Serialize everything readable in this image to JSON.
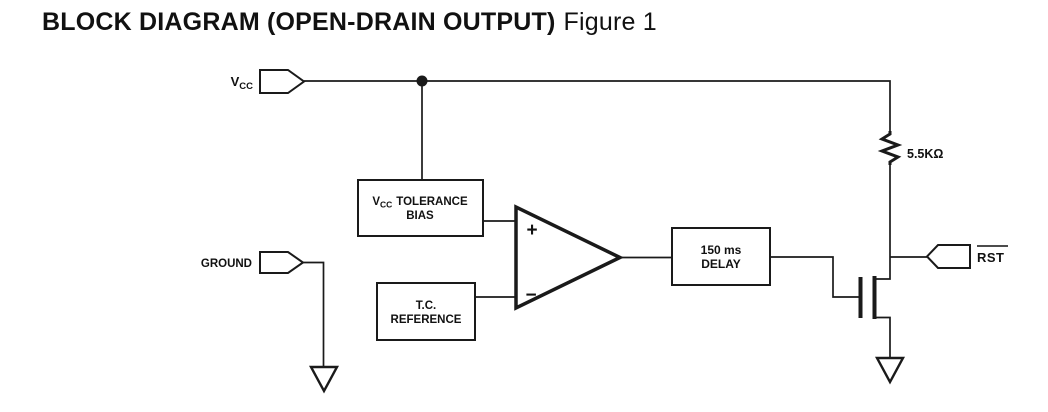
{
  "title": {
    "bold": "BLOCK DIAGRAM (OPEN-DRAIN OUTPUT)",
    "normal": "Figure 1"
  },
  "pins": {
    "vcc": {
      "label_main": "V",
      "label_sub": "CC"
    },
    "ground": {
      "label": "GROUND"
    },
    "rst": {
      "label": "RST"
    }
  },
  "blocks": {
    "bias": {
      "line1_main": "V",
      "line1_sub": "CC",
      "line1_rest": "TOLERANCE",
      "line2": "BIAS"
    },
    "tc_reference": {
      "line1": "T.C.",
      "line2": "REFERENCE"
    },
    "delay": {
      "line1": "150 ms",
      "line2": "DELAY"
    }
  },
  "comparator": {
    "plus": "+",
    "minus": "−"
  },
  "resistor": {
    "value": "5.5KΩ"
  },
  "colors": {
    "line": "#1a1a1a",
    "background": "#ffffff"
  }
}
